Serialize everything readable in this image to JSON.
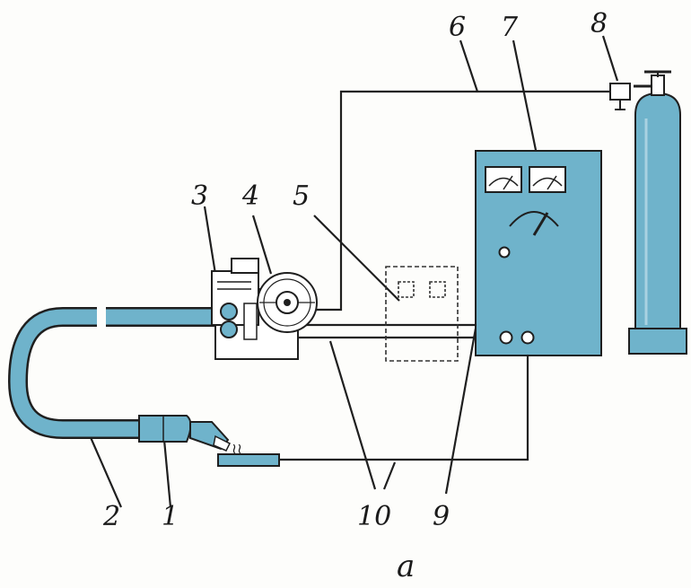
{
  "diagram": {
    "caption": "a",
    "labels": {
      "n1": "1",
      "n2": "2",
      "n3": "3",
      "n4": "4",
      "n5": "5",
      "n6": "6",
      "n7": "7",
      "n8": "8",
      "n9": "9",
      "n10": "10"
    },
    "arc_mark": "≀≀"
  },
  "colors": {
    "fill": "#6fb3cb",
    "fill_light": "#a9d2e1",
    "line": "#1f1f1f",
    "background": "#fdfdfb"
  }
}
